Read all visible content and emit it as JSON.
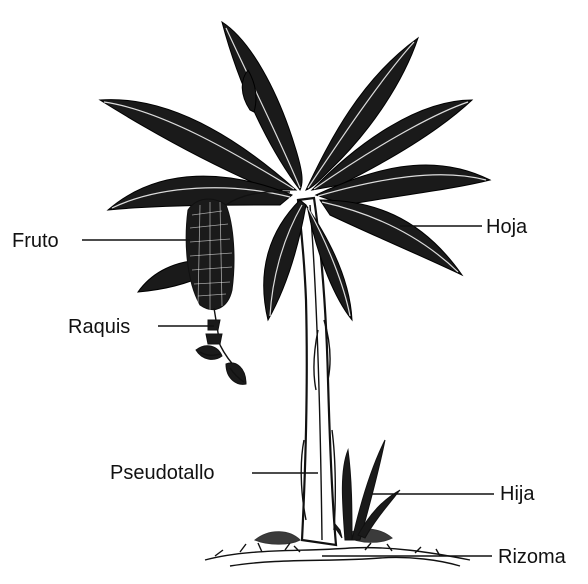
{
  "labels": {
    "fruto": "Fruto",
    "hoja": "Hoja",
    "raquis": "Raquis",
    "pseudotallo": "Pseudotallo",
    "hija": "Hija",
    "rizoma": "Rizoma"
  },
  "colors": {
    "ink": "#111111",
    "background": "#ffffff"
  }
}
